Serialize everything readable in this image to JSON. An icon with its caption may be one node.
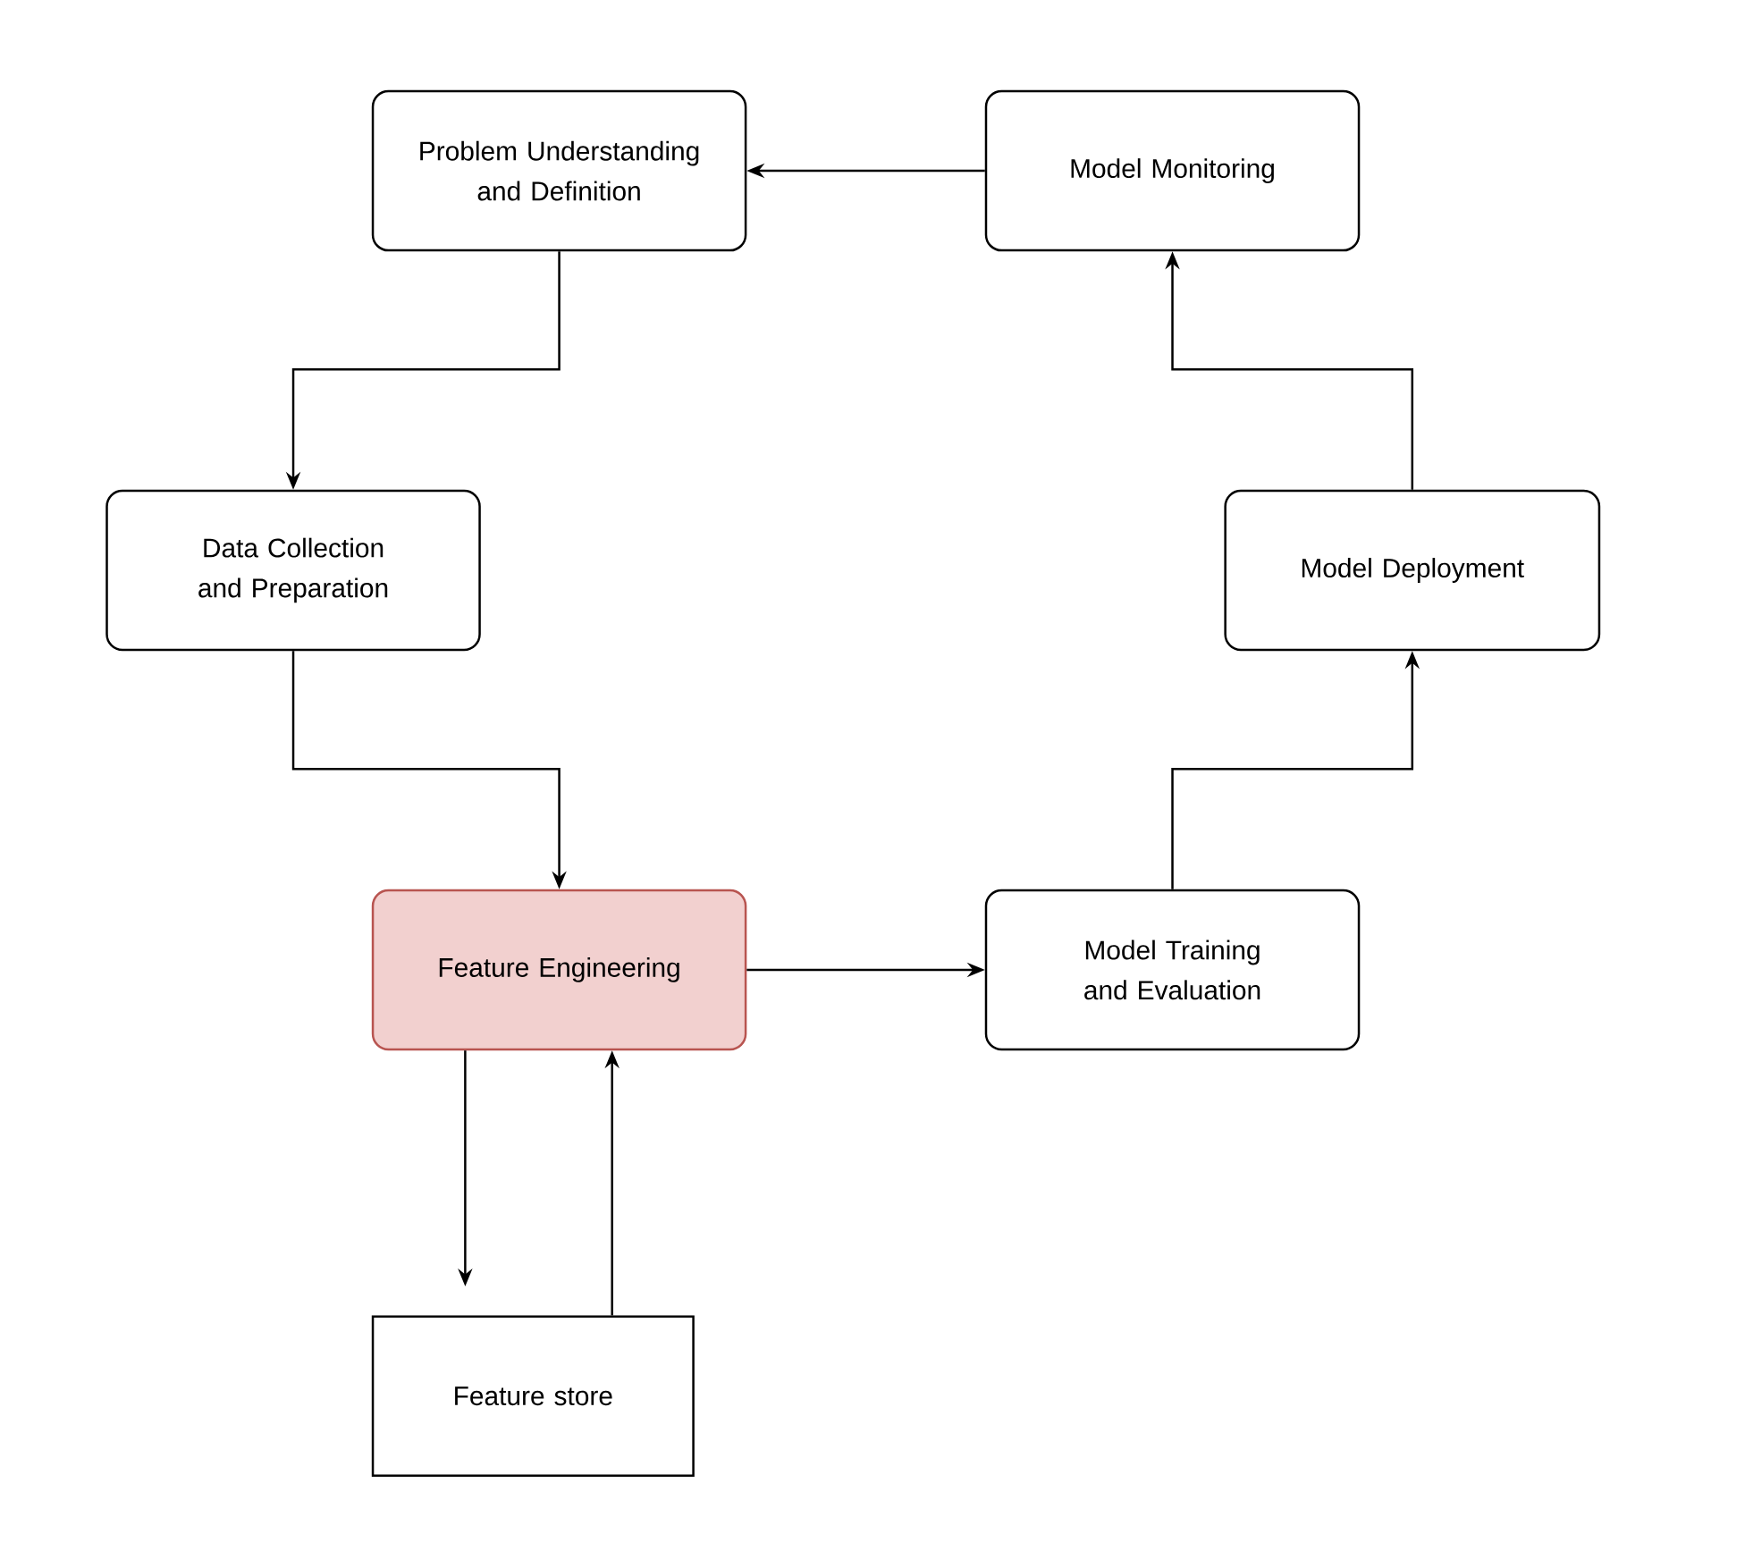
{
  "diagram": {
    "nodes": [
      {
        "text": [
          "Problem Understanding and Definition"
        ]
      },
      {
        "text": [
          "Model Monitoring"
        ]
      },
      {
        "text": [
          "Data Collection and Preparation"
        ]
      },
      {
        "text": [
          "Model Deployment"
        ]
      },
      {
        "text": [
          "Feature Engineering"
        ]
      },
      {
        "text": [
          "Model Training and Evaluation"
        ]
      },
      {
        "text": [
          "Feature store"
        ]
      }
    ],
    "edges": [
      {
        "from": 1,
        "to": 0,
        "arrow": "to"
      },
      {
        "from": 0,
        "to": 2,
        "arrow": "to"
      },
      {
        "from": 2,
        "to": 4,
        "arrow": "to"
      },
      {
        "from": 4,
        "to": 5,
        "arrow": "to"
      },
      {
        "from": 5,
        "to": 3,
        "arrow": "to"
      },
      {
        "from": 3,
        "to": 1,
        "arrow": "to"
      },
      {
        "from": 4,
        "to": 6,
        "arrow": "to"
      },
      {
        "from": 6,
        "to": 4,
        "arrow": "to"
      }
    ]
  }
}
